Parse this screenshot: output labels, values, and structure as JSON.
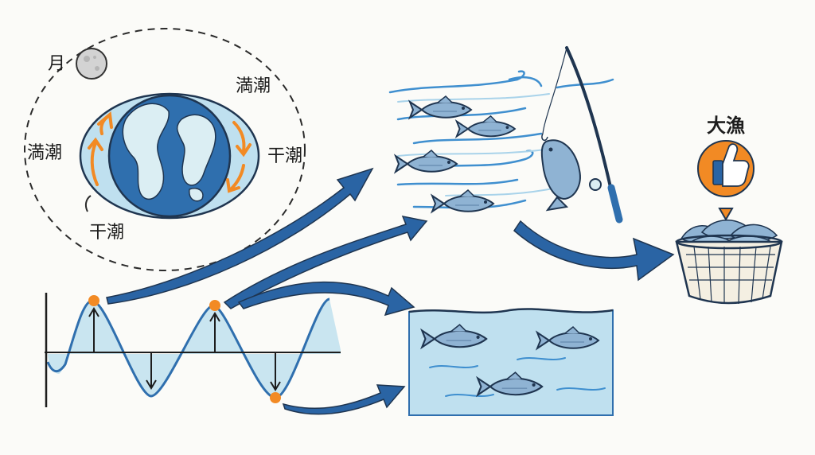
{
  "labels": {
    "moon": "月",
    "high_tide_top": "満潮",
    "high_tide_left": "満潮",
    "low_tide_right": "干潮",
    "low_tide_bottom": "干潮",
    "big_catch": "大漁"
  },
  "icons": {
    "moon": "moon-icon",
    "earth": "earth-globe-icon",
    "thumb": "thumbs-up-icon",
    "basket": "fish-basket-icon",
    "rod": "fishing-rod-icon"
  },
  "colors": {
    "ocean_blue": "#2f6fae",
    "arrow_blue": "#2a64a4",
    "water_light": "#bfe0ef",
    "land_light": "#dbeef3",
    "fish_blue": "#8fb3d3",
    "orange": "#f28a24"
  }
}
